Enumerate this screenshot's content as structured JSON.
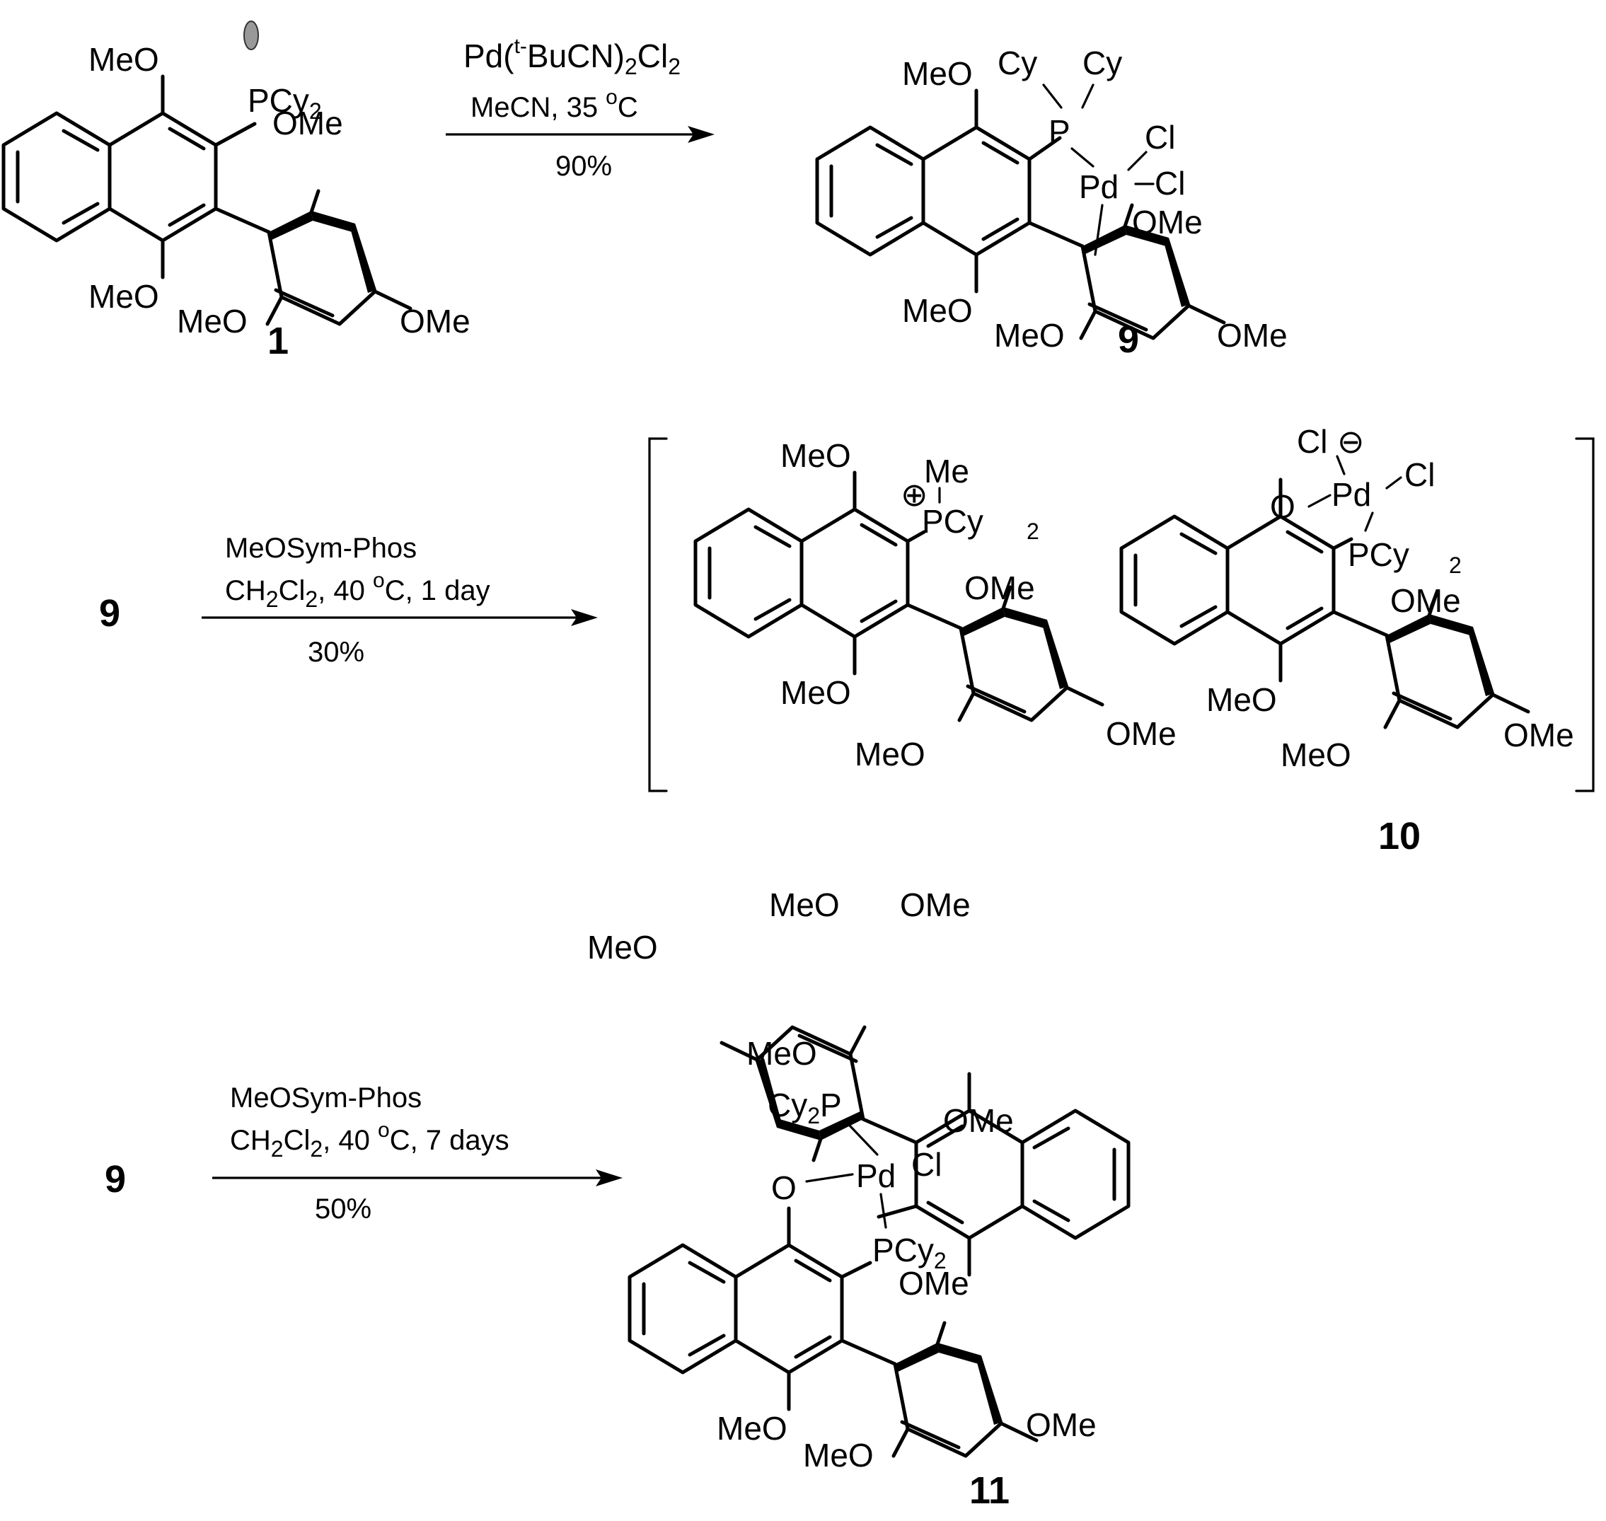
{
  "compounds": {
    "c1": "1",
    "c9": "9",
    "c10": "10",
    "c11": "11",
    "c9_start_a": "9",
    "c9_start_b": "9"
  },
  "groups": {
    "MeO": "MeO",
    "OMe": "OMe",
    "PCy": "PCy",
    "Cy": "Cy",
    "Cy2P": "Cy",
    "P": "P",
    "Pd": "Pd",
    "Cl": "Cl",
    "O": "O",
    "Me": "Me",
    "sub2": "2",
    "plus": "⊕",
    "minus": "⊖"
  },
  "reactions": [
    {
      "reagent_pre": "Pd(",
      "reagent_sup": "t-",
      "reagent_mid": "BuCN)",
      "reagent_sub": "2",
      "reagent_post": "Cl",
      "reagent_sub2": "2",
      "conditions": "MeCN, 35 ",
      "conditions_sup": "o",
      "conditions_post": "C",
      "yield": "90%"
    },
    {
      "reagent": "MeOSym-Phos",
      "cond_pre": "CH",
      "cond_sub1": "2",
      "cond_mid": "Cl",
      "cond_sub2": "2",
      "cond_rest": ", 40 ",
      "cond_sup": "o",
      "cond_post": "C, 1 day",
      "yield": "30%"
    },
    {
      "reagent": "MeOSym-Phos",
      "cond_pre": "CH",
      "cond_sub1": "2",
      "cond_mid": "Cl",
      "cond_sub2": "2",
      "cond_rest": ", 40 ",
      "cond_sup": "o",
      "cond_post": "C, 7 days",
      "yield": "50%"
    }
  ]
}
